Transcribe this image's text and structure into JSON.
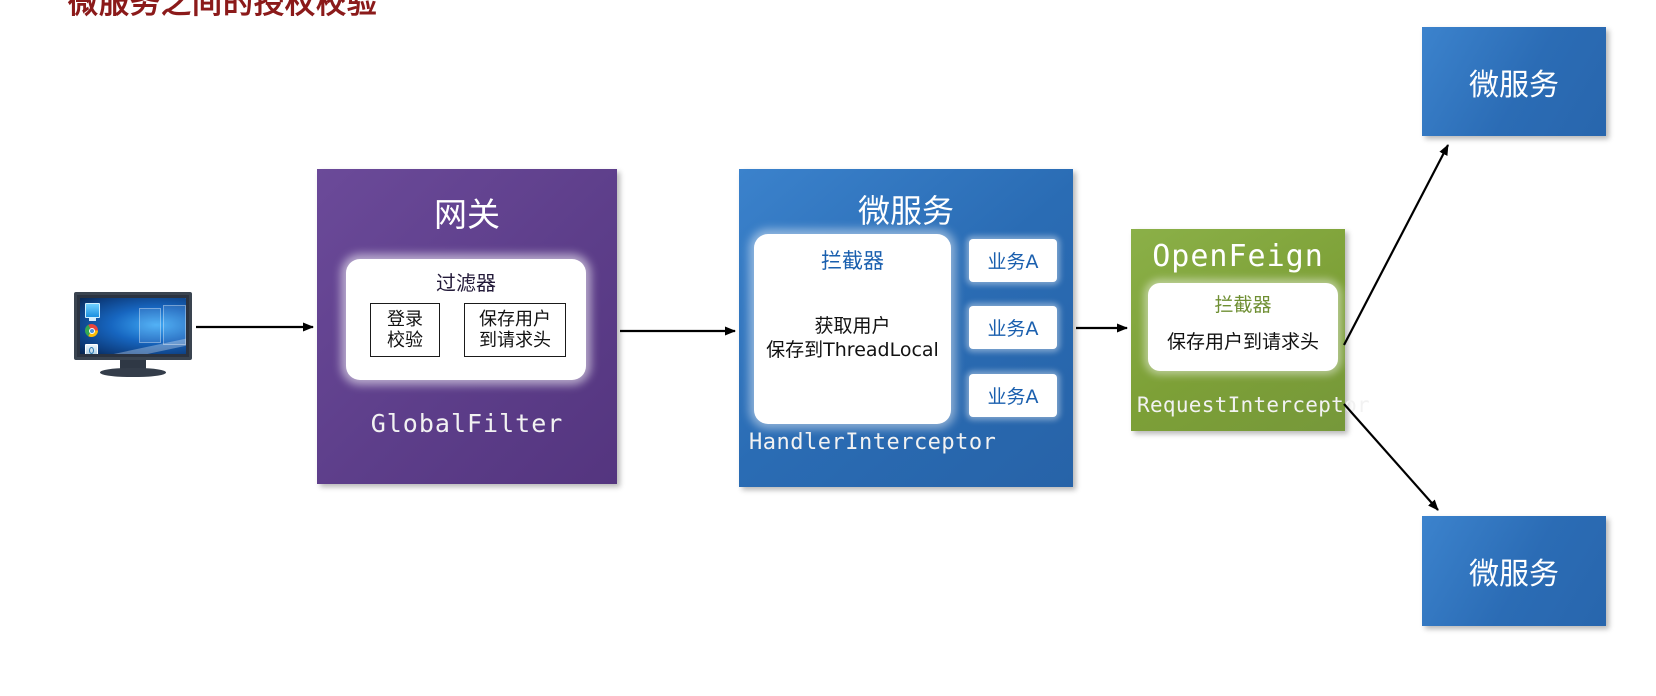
{
  "heading": "微服务之间的授权校验",
  "client": {
    "label": "user-desktop",
    "icons": [
      "computer-icon",
      "chrome-icon",
      "recycle-bin-icon"
    ]
  },
  "colors": {
    "gateway_purple": "#5d3e8a",
    "service_blue": "#2a6cb4",
    "feign_green": "#7da037",
    "inner_panel_white": "#ffffff",
    "arrow_black": "#000000",
    "heading_red": "#8b1a1a"
  },
  "gateway": {
    "title": "网关",
    "footer": "GlobalFilter",
    "inner": {
      "title": "过滤器",
      "steps": [
        {
          "label": "登录\n校验"
        },
        {
          "label": "保存用户\n到请求头"
        }
      ]
    }
  },
  "service": {
    "title": "微服务",
    "footer": "HandlerInterceptor",
    "inner": {
      "title": "拦截器",
      "body": "获取用户\n保存到ThreadLocal"
    },
    "business": [
      {
        "label": "业务A"
      },
      {
        "label": "业务A"
      },
      {
        "label": "业务A"
      }
    ]
  },
  "feign": {
    "title": "OpenFeign",
    "footer": "RequestInterceptor",
    "inner": {
      "title": "拦截器",
      "body": "保存用户到请求头"
    }
  },
  "downstream": [
    {
      "label": "微服务",
      "position": "top-right"
    },
    {
      "label": "微服务",
      "position": "bottom-right"
    }
  ],
  "arrows": [
    {
      "name": "client-to-gateway",
      "from": "desktop",
      "to": "gateway"
    },
    {
      "name": "gateway-to-service",
      "from": "gateway",
      "to": "service"
    },
    {
      "name": "service-to-feign",
      "from": "service",
      "to": "feign"
    },
    {
      "name": "feign-to-service-top",
      "from": "feign",
      "to": "downstream-top"
    },
    {
      "name": "feign-to-service-bottom",
      "from": "feign",
      "to": "downstream-bottom"
    }
  ]
}
